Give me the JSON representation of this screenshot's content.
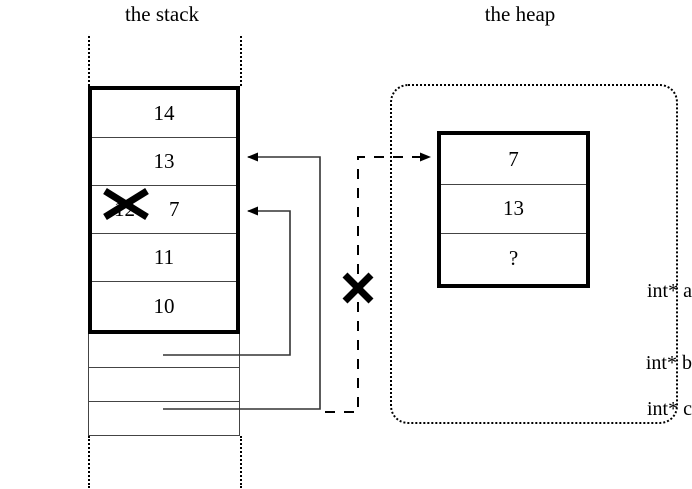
{
  "titles": {
    "stack": "the stack",
    "heap": "the heap"
  },
  "stack": {
    "cells": [
      {
        "value": "14",
        "edited": false
      },
      {
        "value": "13",
        "edited": false
      },
      {
        "value": "12",
        "edited": true,
        "new_value": "7"
      },
      {
        "value": "11",
        "edited": false
      },
      {
        "value": "10",
        "edited": false
      }
    ],
    "pointers": [
      {
        "label": "int* a"
      },
      {
        "label": "int* b"
      },
      {
        "label": "int* c"
      }
    ]
  },
  "heap": {
    "cells": [
      {
        "value": "7"
      },
      {
        "value": "13"
      },
      {
        "value": "?"
      }
    ]
  },
  "annotations": {
    "strikeout_mark": "x-strikeout-icon",
    "invalid_pointer_mark": "x-cross-icon"
  },
  "colors": {
    "ink": "#000000",
    "rule": "#444444",
    "background": "#ffffff"
  }
}
